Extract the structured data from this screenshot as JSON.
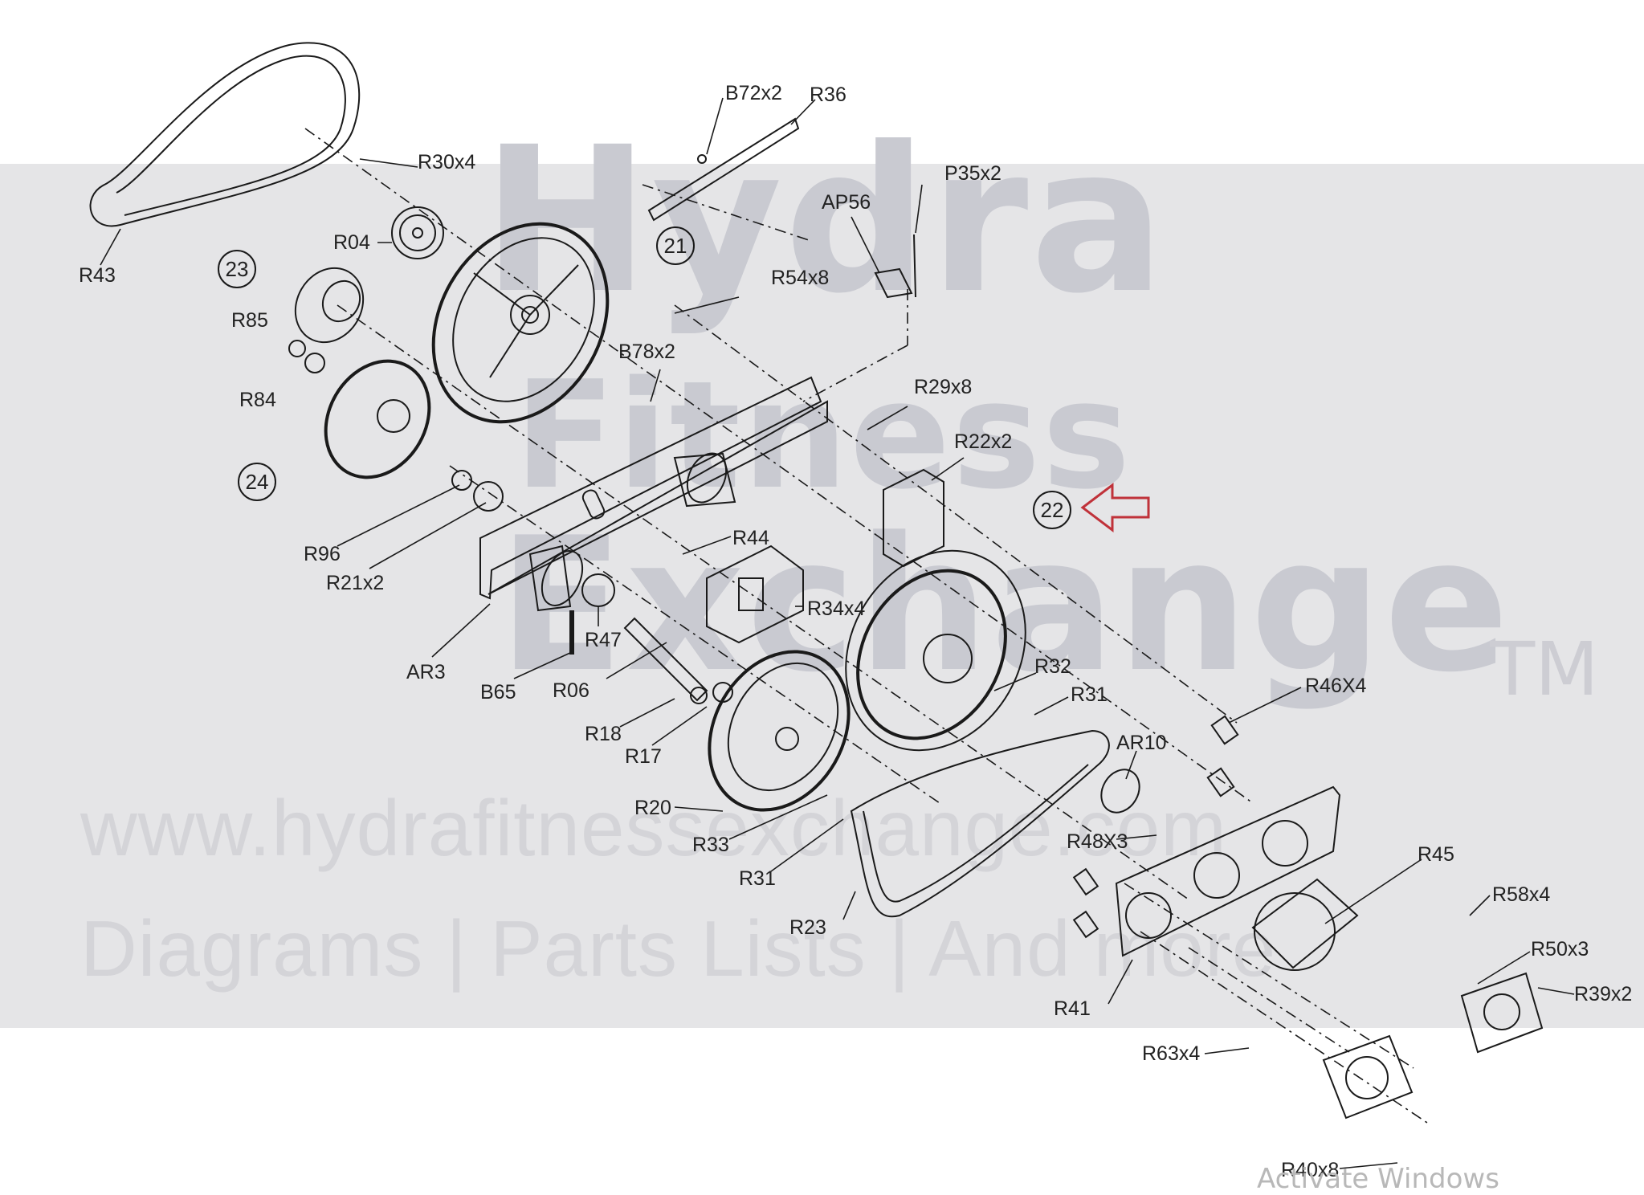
{
  "watermark": {
    "line1": "Hydra",
    "line2": "Fitness",
    "line3": "Exchange",
    "tm": "TM",
    "url": "www.hydrafitnessexchange.com",
    "tagline": "Diagrams | Parts Lists | And more"
  },
  "os_notice": "Activate Windows",
  "part_labels": {
    "r43": "R43",
    "r30x4": "R30x4",
    "r04": "R04",
    "b72x2": "B72x2",
    "r36": "R36",
    "p35x2": "P35x2",
    "ap56": "AP56",
    "r54x8": "R54x8",
    "r85": "R85",
    "r84": "R84",
    "b78x2": "B78x2",
    "r29x8": "R29x8",
    "r22x2": "R22x2",
    "r96": "R96",
    "r21x2": "R21x2",
    "r44": "R44",
    "r34x4": "R34x4",
    "ar3": "AR3",
    "r47": "R47",
    "b65": "B65",
    "r06": "R06",
    "r32": "R32",
    "r31a": "R31",
    "r46x4": "R46X4",
    "r18": "R18",
    "r17": "R17",
    "ar10": "AR10",
    "r20": "R20",
    "r48x3": "R48X3",
    "r33": "R33",
    "r31b": "R31",
    "r45": "R45",
    "r58x4": "R58x4",
    "r23": "R23",
    "r50x3": "R50x3",
    "r39x2": "R39x2",
    "r41": "R41",
    "r63x4": "R63x4",
    "r40x8": "R40x8"
  },
  "callouts": {
    "c21": "21",
    "c22": "22",
    "c23": "23",
    "c24": "24"
  },
  "colors": {
    "line": "#1a1a1a",
    "arrow": "#c0323a",
    "watermark_band": "#e5e5e7"
  }
}
